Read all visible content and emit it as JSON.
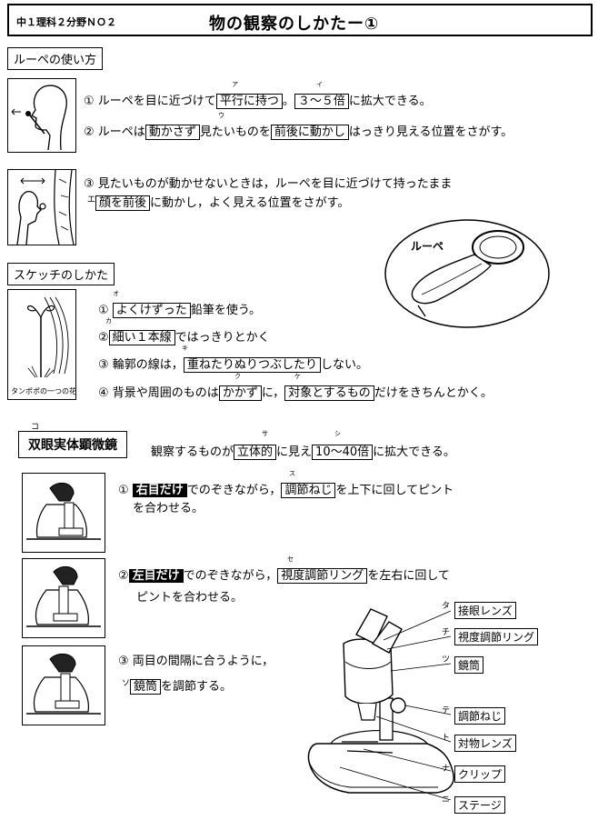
{
  "header": {
    "code": "中１理科２分野ＮＯ２",
    "title": "物の観察のしかたー①"
  },
  "loupe": {
    "heading": "ルーペの使い方",
    "l1": {
      "n": "①",
      "a": "ルーペを目に近づけて",
      "b1": "平行に持つ",
      "c": "。",
      "b2": "３～５倍",
      "d": "に拡大できる。",
      "r1": "ア",
      "r2": "イ"
    },
    "l2": {
      "n": "②",
      "a": "ルーペは",
      "b1": "動かさず",
      "c": "見たいものを",
      "b2": "前後に動かし",
      "d": "はっきり見える位置をさがす。",
      "r1": "ウ"
    },
    "l3": {
      "n": "③",
      "a": "見たいものが動かせないときは，ルーペを目に近づけて持ったまま"
    },
    "l4": {
      "mark": "エ",
      "b1": "顔を前後",
      "d": "に動かし，よく見える位置をさがす。"
    },
    "illus_label": "ルーペ"
  },
  "sketch": {
    "heading": "スケッチのしかた",
    "caption": "タンポポの一つの花",
    "l1": {
      "n": "①",
      "b1": "よくけずった",
      "d": "鉛筆を使う。",
      "r1": "オ"
    },
    "l2": {
      "n": "②",
      "b1": "細い１本線",
      "d": "ではっきりとかく",
      "r1": "カ"
    },
    "l3": {
      "n": "③",
      "a": "輪郭の線は，",
      "b1": "重ねたりぬりつぶしたり",
      "d": "しない。",
      "r1": "キ"
    },
    "l4": {
      "n": "④",
      "a": "背景や周囲のものは",
      "b1": "かかず",
      "c": "に，",
      "b2": "対象とするもの",
      "d": "だけをきちんとかく。",
      "r1": "ク",
      "r2": "ケ"
    }
  },
  "stereo": {
    "mark": "コ",
    "heading": "双眼実体顕微鏡",
    "l1": {
      "a": "観察するものが",
      "b1": "立体的",
      "c": "に見え",
      "b2": "10～40倍",
      "d": "に拡大できる。",
      "r1": "サ",
      "r2": "シ"
    },
    "s1": {
      "n": "①",
      "inv": "右目だけ",
      "a": "でのぞきながら，",
      "b1": "調節ねじ",
      "d": "を上下に回してピント",
      "e": "を合わせる。",
      "r1": "ス"
    },
    "s2": {
      "n": "②",
      "inv": "左目だけ",
      "a": "でのぞきながら，",
      "b1": "視度調節リング",
      "d": "を左右に回して",
      "e": "ピントを合わせる。",
      "r1": "セ"
    },
    "s3": {
      "n": "③",
      "a": "両目の間隔に合うように，",
      "mark": "ソ",
      "b1": "鏡筒",
      "d": "を調節する。"
    },
    "parts": [
      {
        "kana": "タ",
        "label": "接眼レンズ"
      },
      {
        "kana": "チ",
        "label": "視度調節リング"
      },
      {
        "kana": "ツ",
        "label": "鏡筒"
      },
      {
        "kana": "テ",
        "label": "調節ねじ"
      },
      {
        "kana": "ト",
        "label": "対物レンズ"
      },
      {
        "kana": "ナ",
        "label": "クリップ"
      },
      {
        "kana": "ニ",
        "label": "ステージ"
      }
    ]
  }
}
